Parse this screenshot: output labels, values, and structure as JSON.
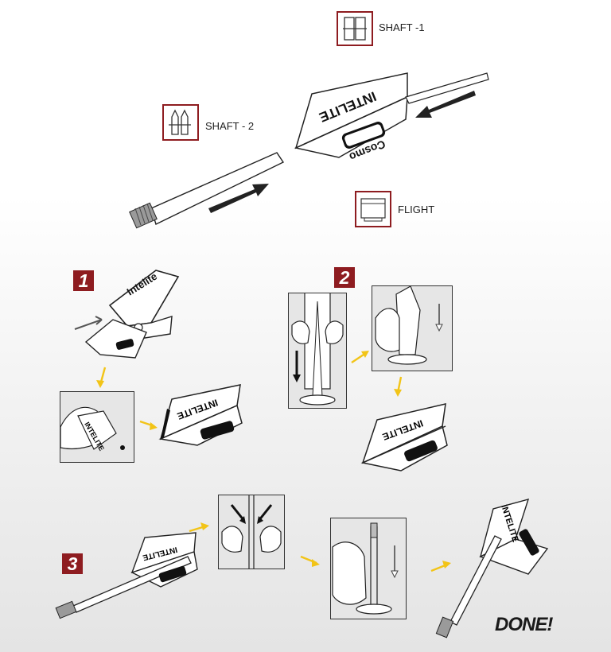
{
  "legend": {
    "shaft1": "SHAFT -1",
    "shaft2": "SHAFT - 2",
    "flight": "FLIGHT"
  },
  "steps": [
    "1",
    "2",
    "3"
  ],
  "flight_brand": "INTELITE",
  "flight_logo": "Cosmo",
  "tool_brand": "Intelite",
  "done": "DONE!",
  "colors": {
    "accent": "#8e1c20",
    "arrow": "#f2c417"
  }
}
